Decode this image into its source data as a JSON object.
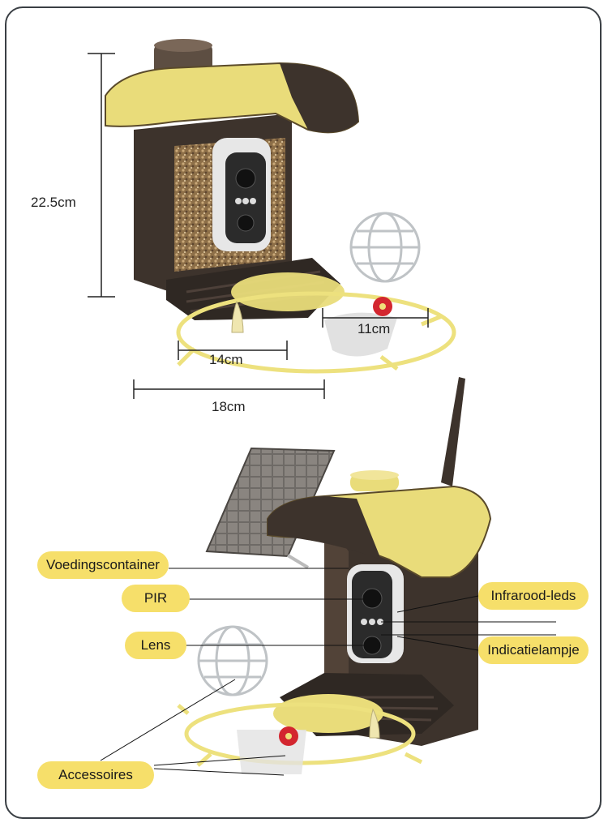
{
  "dimensions": {
    "height": "22.5cm",
    "depth": "11cm",
    "inner_width": "14cm",
    "outer_width": "18cm"
  },
  "callouts": {
    "food_container": "Voedingscontainer",
    "pir": "PIR",
    "lens": "Lens",
    "accessories": "Accessoires",
    "infrared_leds": "Infrarood-leds",
    "indicator_light": "Indicatielampje"
  },
  "colors": {
    "roof_yellow": "#e9dc7a",
    "body_brown": "#3d332c",
    "pill_yellow": "#f6df6a",
    "seed": "#9a7a52"
  }
}
